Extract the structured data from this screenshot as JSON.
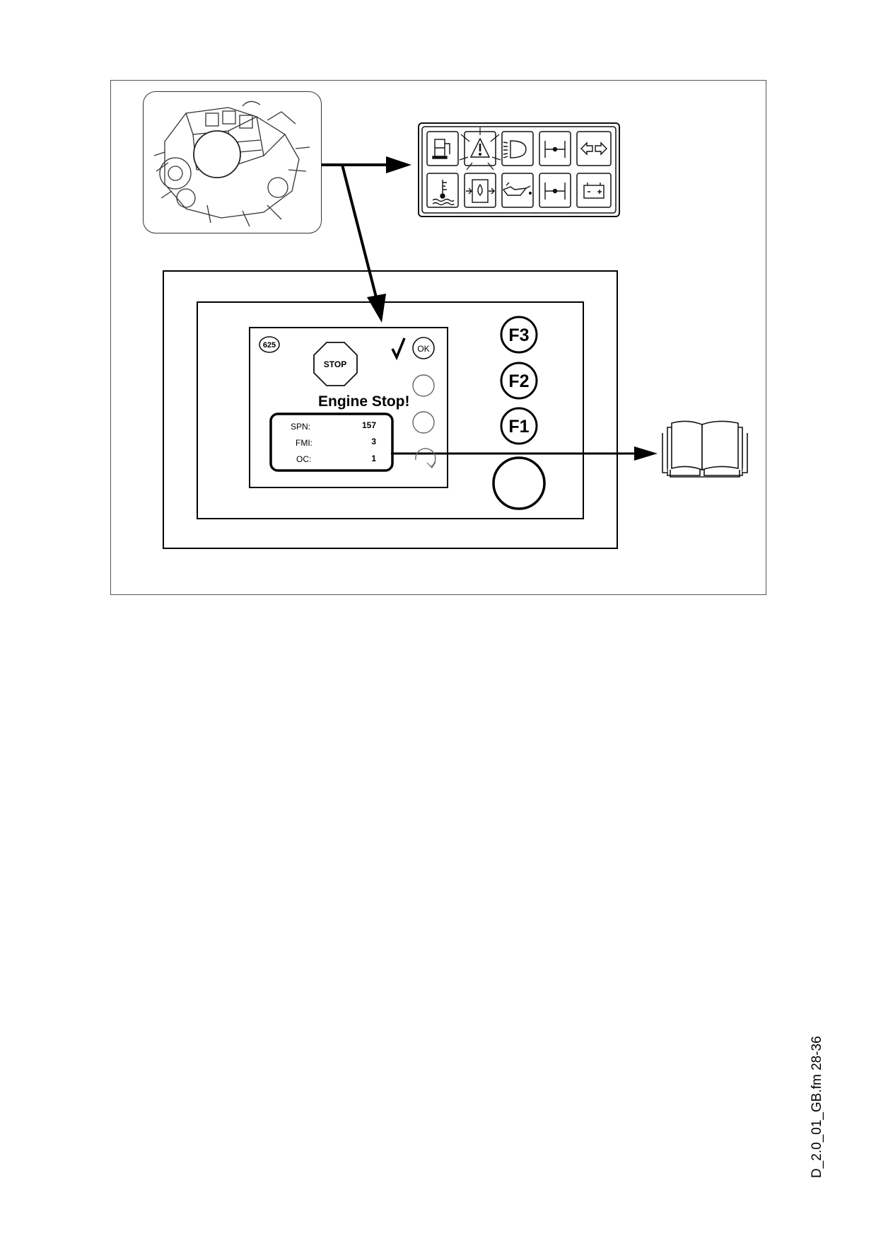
{
  "engine": {
    "icon": "engine-icon"
  },
  "warning_panel": {
    "icons": [
      "fuel-filter-icon",
      "warning-triangle-icon",
      "headlight-icon",
      "front-axle-icon",
      "turn-indicator-icon",
      "coolant-temperature-icon",
      "hydraulic-oil-icon",
      "oil-pressure-icon",
      "rear-axle-icon",
      "battery-icon"
    ],
    "active_icon": "warning-triangle-icon"
  },
  "display": {
    "code": "625",
    "stop_label": "STOP",
    "message": "Engine Stop!",
    "ok_label": "OK",
    "fault": {
      "rows": [
        {
          "label": "SPN:",
          "value": "157"
        },
        {
          "label": "FMI:",
          "value": "3"
        },
        {
          "label": "OC:",
          "value": "1"
        }
      ]
    }
  },
  "function_keys": [
    {
      "label": "F3"
    },
    {
      "label": "F2"
    },
    {
      "label": "F1"
    }
  ],
  "manual": {
    "icon": "manual-book-icon"
  },
  "footer": {
    "doc_id": "D_2.0_01_GB.fm 28-36"
  }
}
